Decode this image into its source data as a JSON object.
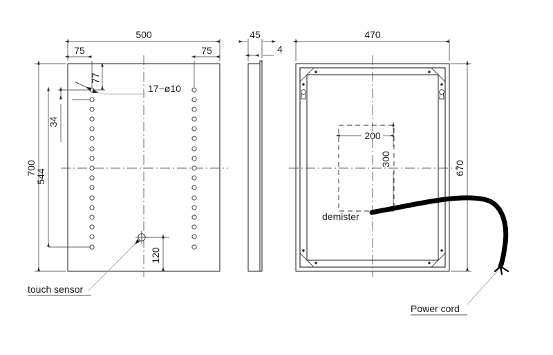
{
  "drawing": {
    "title": "Mirror cabinet technical drawing",
    "views": [
      {
        "name": "front-view",
        "label": ""
      },
      {
        "name": "side-view",
        "label": ""
      },
      {
        "name": "rear-view",
        "label": ""
      }
    ]
  },
  "front_view": {
    "dimensions": {
      "overall_width": "500",
      "left_offset": "75",
      "right_offset": "75",
      "overall_height": "700",
      "hole_span": "544",
      "top_hole_offset": "77",
      "hole_pitch": "34",
      "touch_sensor_offset": "120"
    },
    "hole_callout": "17−ø10",
    "hole_count": 17,
    "hole_diameter": "10",
    "touch_sensor_label": "touch  sensor"
  },
  "side_view": {
    "dimensions": {
      "depth": "45",
      "glass_thickness": "4"
    }
  },
  "rear_view": {
    "dimensions": {
      "width": "470",
      "height": "670",
      "demister_width": "200",
      "demister_height": "300"
    },
    "demister_label": "demister",
    "power_cord_label": "Power  cord"
  },
  "colors": {
    "line": "#1a1a1a",
    "dimension": "#2b2b2b",
    "leader": "#9a9a9a",
    "cord": "#000000",
    "background": "#ffffff"
  }
}
